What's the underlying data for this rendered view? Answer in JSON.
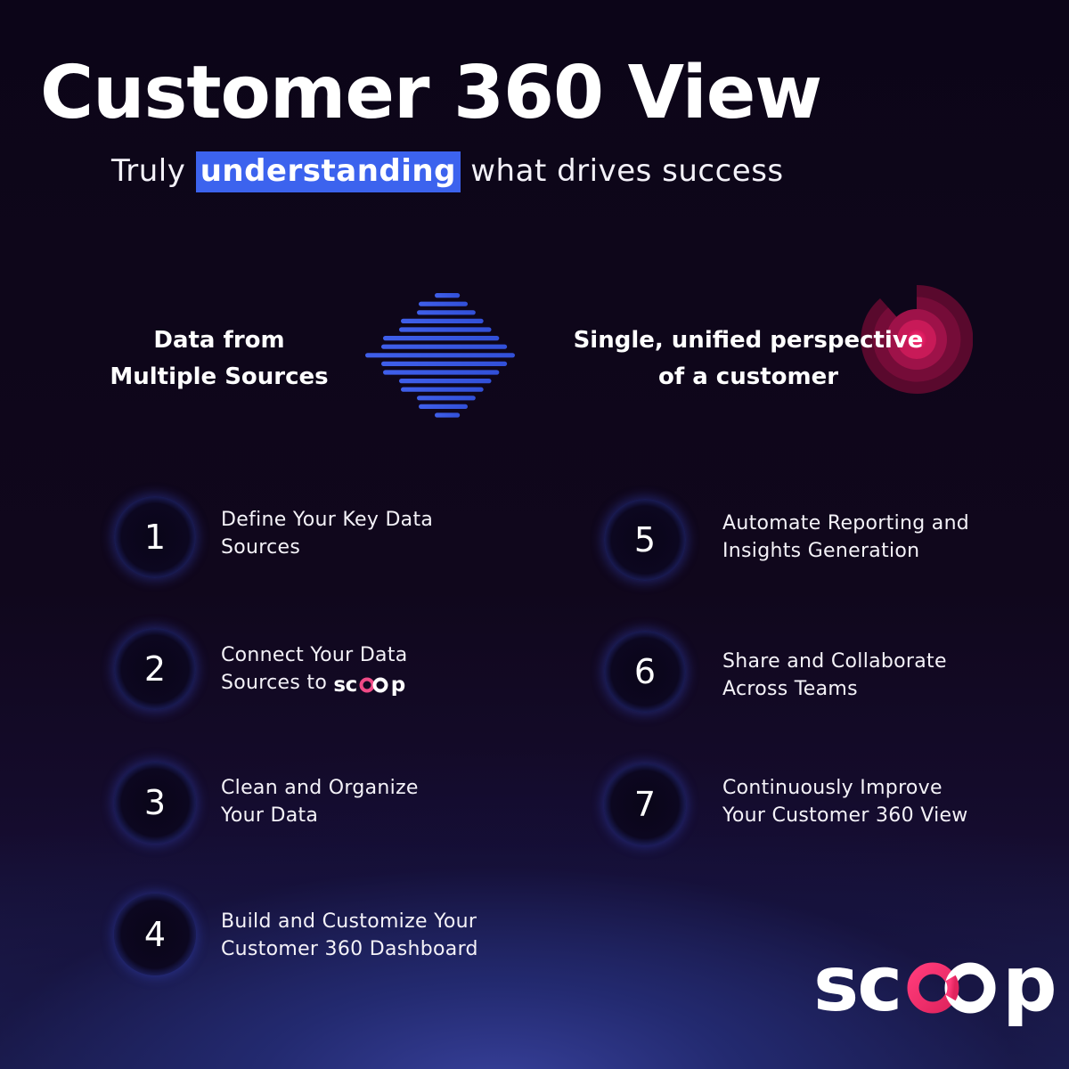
{
  "header": {
    "title": "Customer 360 View",
    "subtitle_before": "Truly",
    "subtitle_highlight": "understanding",
    "subtitle_after": "what drives success"
  },
  "flow": {
    "sources_line1": "Data from",
    "sources_line2": "Multiple Sources",
    "unified_line1": "Single, unified perspective",
    "unified_line2": "of a customer",
    "icons": [
      "arrow-lines-icon",
      "target-icon"
    ]
  },
  "steps": [
    {
      "number": "1",
      "line1": "Define Your Key Data",
      "line2": "Sources"
    },
    {
      "number": "2",
      "line1": "Connect Your Data",
      "line2": "Sources to",
      "line2_logo": "sc  p"
    },
    {
      "number": "3",
      "line1": "Clean and Organize",
      "line2": "Your Data"
    },
    {
      "number": "4",
      "line1": "Build and Customize Your",
      "line2": "Customer 360 Dashboard"
    },
    {
      "number": "5",
      "line1": "Automate Reporting and",
      "line2": "Insights Generation"
    },
    {
      "number": "6",
      "line1": "Share and Collaborate",
      "line2": "Across Teams"
    },
    {
      "number": "7",
      "line1": "Continuously Improve",
      "line2": "Your Customer 360 View"
    }
  ],
  "brand": {
    "logo_left": "sc",
    "logo_right": "p"
  },
  "colors": {
    "background": "#0d0619",
    "highlight": "#3c63ee",
    "accent_blue": "#4f66f2",
    "accent_pink": "#e0245e"
  }
}
